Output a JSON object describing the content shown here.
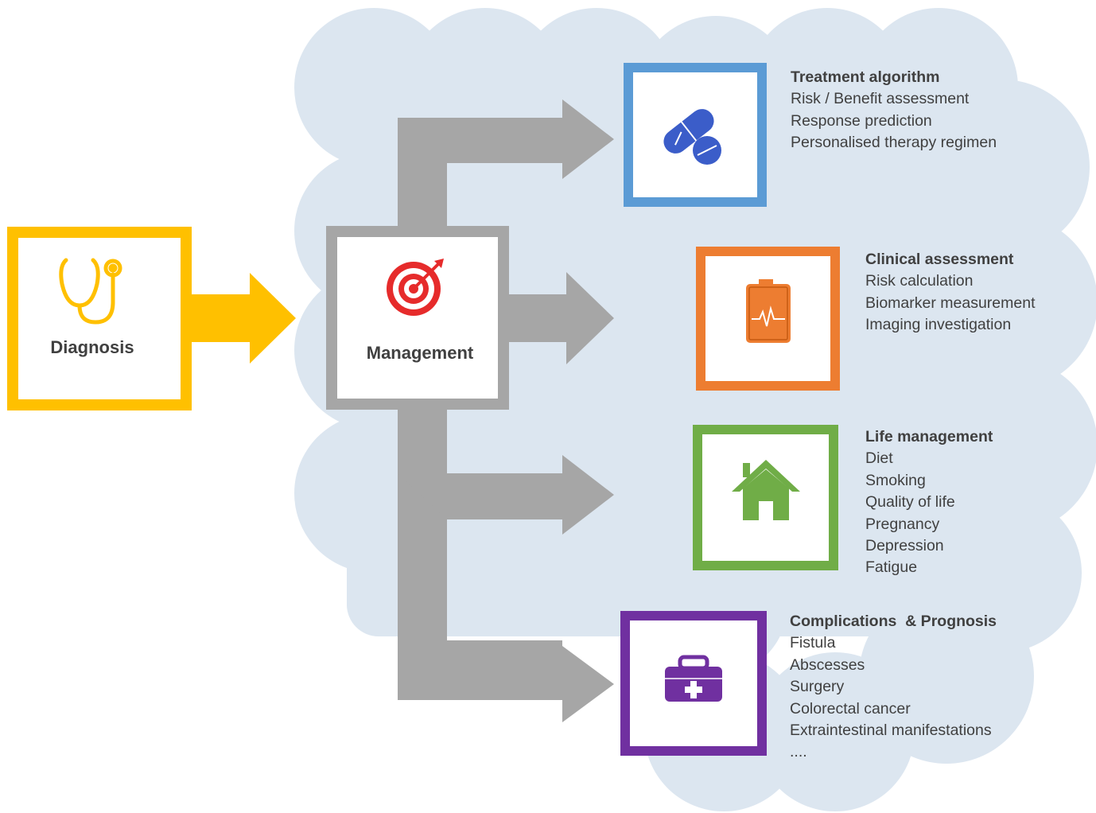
{
  "diagnosis": {
    "label": "Diagnosis",
    "icon": "stethoscope-icon",
    "color": "#FFC000"
  },
  "management": {
    "label": "Management",
    "icon": "target-icon",
    "color": "#A6A6A6"
  },
  "cloud_color": "#DCE6F0",
  "categories": [
    {
      "id": "treatment",
      "title": "Treatment algorithm",
      "icon": "pills-icon",
      "color": "#5B9BD5",
      "items": [
        "Risk / Benefit assessment",
        "Response prediction",
        "Personalised therapy regimen"
      ]
    },
    {
      "id": "clinical",
      "title": "Clinical assessment",
      "icon": "clipboard-monitor-icon",
      "color": "#ED7D31",
      "items": [
        "Risk calculation",
        "Biomarker measurement",
        "Imaging investigation"
      ]
    },
    {
      "id": "life",
      "title": "Life management",
      "icon": "house-icon",
      "color": "#70AD47",
      "items": [
        "Diet",
        "Smoking",
        "Quality of life",
        "Pregnancy",
        "Depression",
        "Fatigue"
      ]
    },
    {
      "id": "complications",
      "title": "Complications  & Prognosis",
      "icon": "first-aid-kit-icon",
      "color": "#7030A0",
      "items": [
        "Fistula",
        "Abscesses",
        "Surgery",
        "Colorectal cancer",
        "Extraintestinal manifestations",
        "...."
      ]
    }
  ]
}
